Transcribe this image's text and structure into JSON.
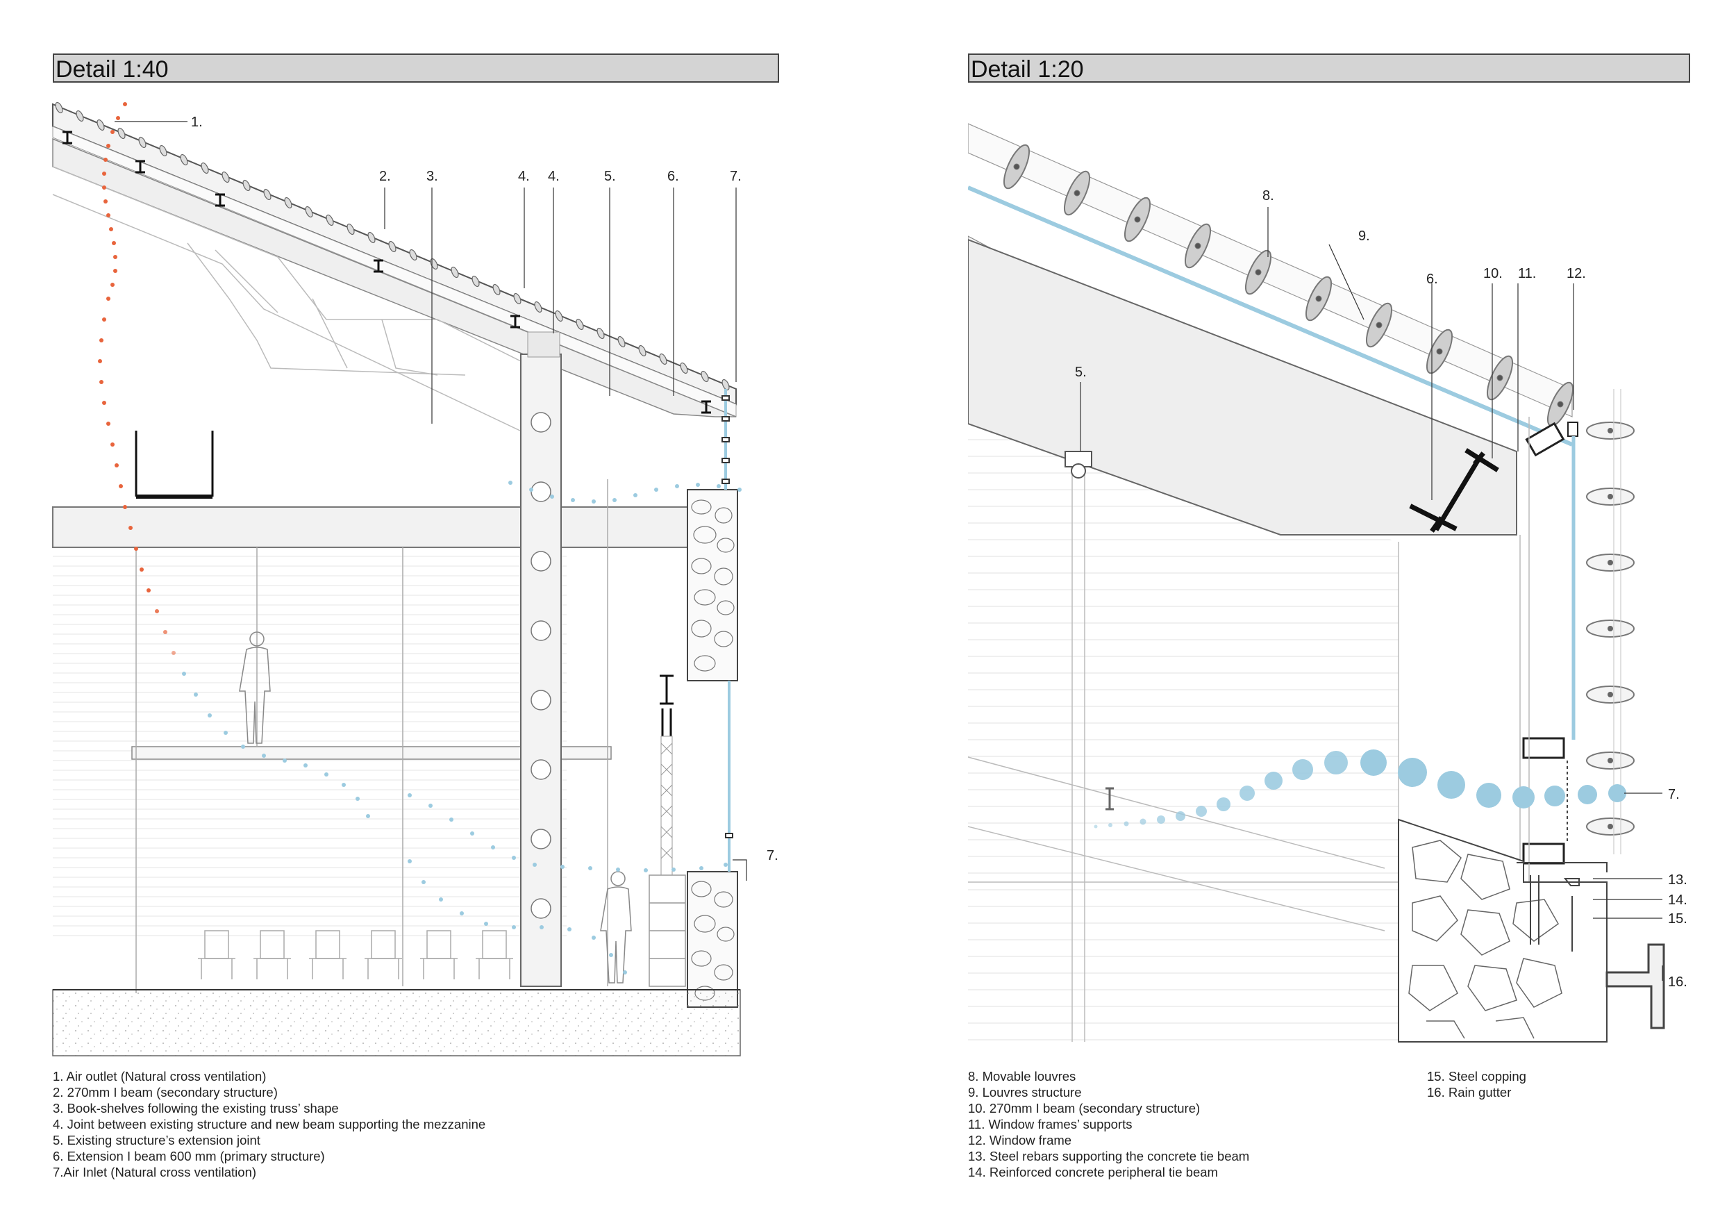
{
  "left": {
    "title": "Detail 1:40",
    "callouts": [
      "1.",
      "2.",
      "3.",
      "4.",
      "4.",
      "5.",
      "6.",
      "7.",
      "7."
    ],
    "legend": [
      "1. Air outlet (Natural cross ventilation)",
      "2. 270mm I beam (secondary structure)",
      "3. Book-shelves following the existing truss’ shape",
      "4. Joint between existing structure and new beam supporting the mezzanine",
      "5. Existing structure’s extension joint",
      "6. Extension I beam 600 mm (primary structure)",
      "7.Air Inlet (Natural cross ventilation)"
    ]
  },
  "right": {
    "title": "Detail 1:20",
    "callouts": [
      "8.",
      "9.",
      "6.",
      "10.",
      "11.",
      "12.",
      "5.",
      "7.",
      "13.",
      "14.",
      "15.",
      "16."
    ],
    "legend_col1": [
      "8. Movable louvres",
      "9. Louvres structure",
      "10. 270mm I beam (secondary structure)",
      "11. Window frames’ supports",
      "12. Window frame",
      "13. Steel rebars supporting the concrete tie beam",
      "14. Reinforced concrete peripheral tie beam"
    ],
    "legend_col2": [
      "15. Steel copping",
      "16. Rain gutter"
    ]
  },
  "colors": {
    "exhaust_air": "#e8643c",
    "fresh_air": "#9ccbe0",
    "glass": "#9ccbe0",
    "title_bar": "#d4d4d4",
    "line": "#444444"
  }
}
